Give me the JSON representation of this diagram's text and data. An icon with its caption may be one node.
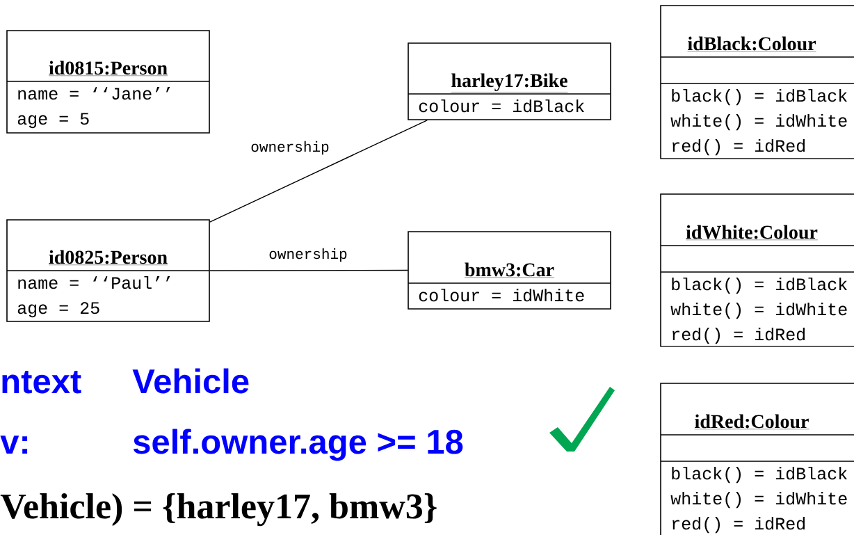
{
  "diagram": {
    "nodes": [
      {
        "text": [
          "id0815:Person",
          "name = ‘‘Jane’’",
          "age = 5"
        ]
      },
      {
        "text": [
          "harley17:Bike",
          "colour = idBlack"
        ]
      },
      {
        "text": [
          "idBlack:Colour",
          "black() = idBlack",
          "white() = idWhite",
          "red() = idRed"
        ]
      },
      {
        "text": [
          "id0825:Person",
          "name = ‘‘Paul’’",
          "age = 25"
        ]
      },
      {
        "text": [
          "bmw3:Car",
          "colour = idWhite"
        ]
      },
      {
        "text": [
          "idWhite:Colour",
          "black() = idBlack",
          "white() = idWhite",
          "red() = idRed"
        ]
      },
      {
        "text": [
          "idRed:Colour",
          "black() = idBlack",
          "white() = idWhite",
          "red() = idRed"
        ]
      }
    ],
    "edges": [
      {
        "from": 3,
        "to": 1,
        "arrow": "none",
        "label": "ownership"
      },
      {
        "from": 3,
        "to": 4,
        "arrow": "none",
        "label": "ownership"
      }
    ],
    "labels": [
      "ntext",
      "Vehicle",
      "v:",
      "self.owner.age >= 18",
      "Vehicle) = {harley17, bmw3}"
    ]
  }
}
